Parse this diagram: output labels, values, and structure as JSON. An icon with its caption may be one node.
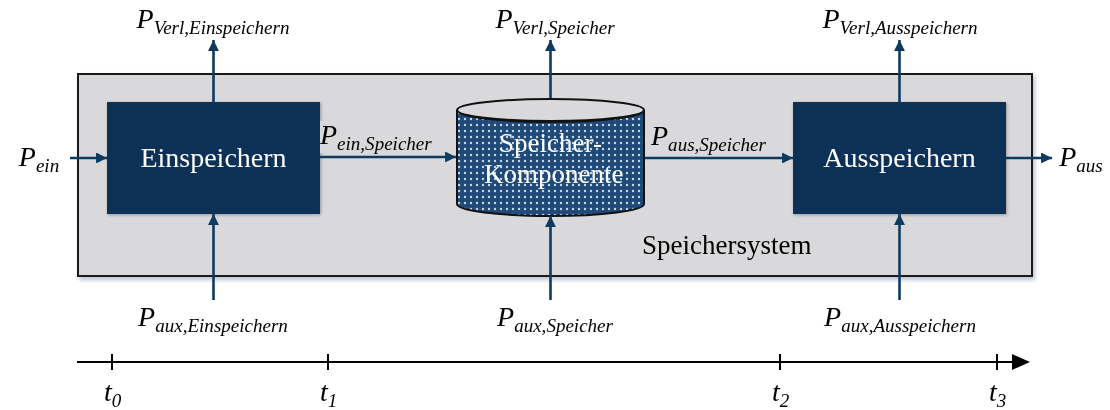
{
  "diagram": {
    "nodes": [
      {
        "text": [
          "Speichersystem"
        ]
      },
      {
        "text": [
          "Einspeichern"
        ],
        "in": 0
      },
      {
        "text": [
          "Speicher-Komponente"
        ],
        "in": 0
      },
      {
        "text": [
          "Ausspeichern"
        ],
        "in": 0
      },
      {
        "text": [
          "P$_{ein}$"
        ]
      },
      {
        "text": [
          "P$_{Verl,Einspeichern}$"
        ]
      },
      {
        "text": [
          "P$_{Verl,Speicher}$"
        ]
      },
      {
        "text": [
          "P$_{Verl,Ausspeichern}$"
        ]
      },
      {
        "text": [
          "P$_{aus}$"
        ]
      },
      {
        "text": [
          "P$_{aux,Einspeichern}$"
        ]
      },
      {
        "text": [
          "P$_{aux,Speicher}$"
        ]
      },
      {
        "text": [
          "P$_{aux,Ausspeichern}$"
        ]
      }
    ],
    "edges": [
      {
        "from": 4,
        "to": 1,
        "arrow": "to"
      },
      {
        "from": 1,
        "to": 2,
        "arrow": "to",
        "label": "P$_{ein,Speicher}$"
      },
      {
        "from": 2,
        "to": 3,
        "arrow": "to",
        "label": "P$_{aus,Speicher}$"
      },
      {
        "from": 3,
        "to": 8,
        "arrow": "to"
      },
      {
        "from": 1,
        "to": 5,
        "arrow": "to"
      },
      {
        "from": 2,
        "to": 6,
        "arrow": "to"
      },
      {
        "from": 3,
        "to": 7,
        "arrow": "to"
      },
      {
        "from": 9,
        "to": 1,
        "arrow": "to"
      },
      {
        "from": 10,
        "to": 2,
        "arrow": "to"
      },
      {
        "from": 11,
        "to": 3,
        "arrow": "to"
      }
    ],
    "labels": [
      "t$_{0}$",
      "t$_{1}$",
      "t$_{2}$",
      "t$_{3}$"
    ]
  }
}
